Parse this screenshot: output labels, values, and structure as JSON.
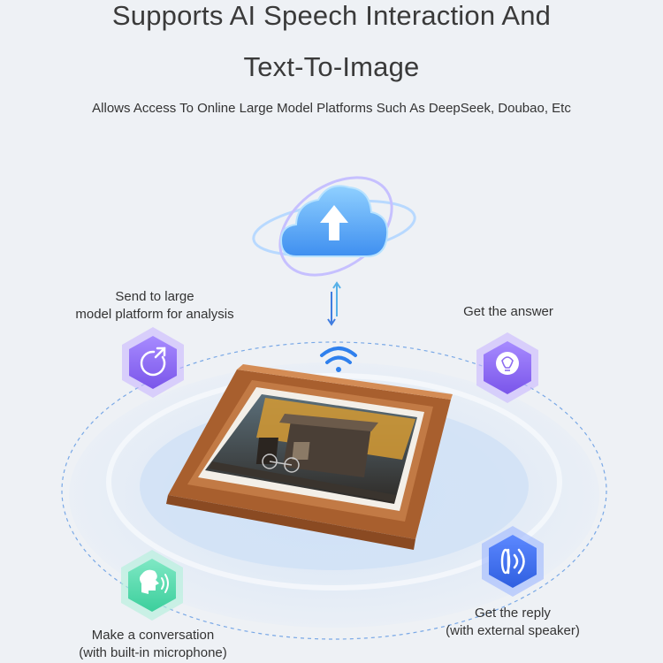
{
  "header": {
    "title_line1": "Supports AI Speech Interaction And",
    "title_line2": "Text-To-Image",
    "subtitle": "Allows Access To Online Large Model Platforms Such As DeepSeek, Doubao, Etc"
  },
  "steps": {
    "send": {
      "line1": "Send to large",
      "line2": "model platform for analysis",
      "icon": "refresh-arrow-icon"
    },
    "answer": {
      "line1": "Get the answer",
      "icon": "lightbulb-icon"
    },
    "reply": {
      "line1": "Get the reply",
      "line2": "(with external speaker)",
      "icon": "speaker-icon"
    },
    "conversation": {
      "line1": "Make a conversation",
      "line2": "(with built-in microphone)",
      "icon": "speaking-head-icon"
    }
  },
  "colors": {
    "background": "#eef1f5",
    "purple": "#8c6cf0",
    "blue": "#3d6de8",
    "green": "#4fd3a8",
    "frame_wood": "#c27a45",
    "wifi": "#2f80ed"
  }
}
